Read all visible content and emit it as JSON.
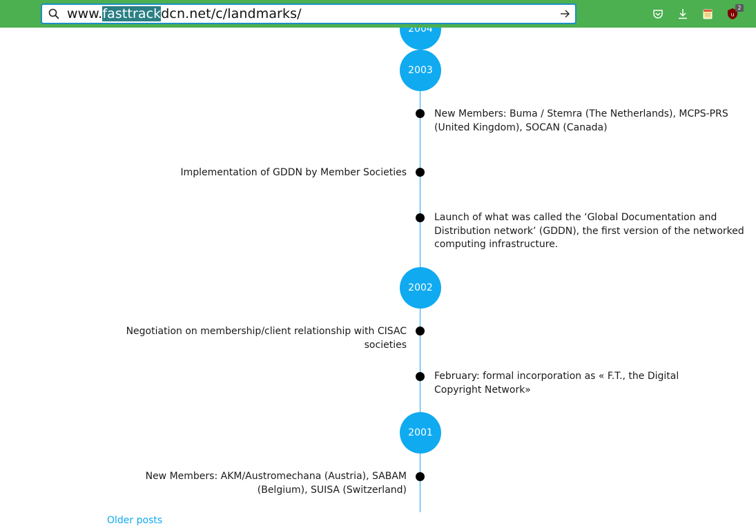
{
  "browser": {
    "url_prefix": "www.",
    "url_selected": "fasttrack",
    "url_suffix": "dcn.net/c/landmarks/",
    "extension_badge": "2",
    "icons": [
      "search-icon",
      "go-arrow-icon",
      "pocket-icon",
      "download-icon",
      "notes-icon",
      "ublock-icon"
    ],
    "toolbar_color": "#4caf50",
    "accent_color": "#1a8fc4"
  },
  "timeline": {
    "accent_color": "#10aaf0",
    "years": {
      "y2004": "2004",
      "y2003": "2003",
      "y2002": "2002",
      "y2001": "2001"
    },
    "entries": {
      "e1": "New Members: Buma / Stemra (The Netherlands), MCPS-PRS (United Kingdom), SOCAN (Canada)",
      "e2": "Implementation of GDDN by Member Societies",
      "e3": "Launch of what was called the ‘Global Documentation and Distribution network’ (GDDN), the first version of the networked computing infrastructure.",
      "e4": "Negotiation on membership/client relationship with CISAC societies",
      "e5": "February: formal incorporation as « F.T., the Digital Copyright Network»",
      "e6": "New Members: AKM/Austromechana (Austria), SABAM (Belgium), SUISA (Switzerland)"
    },
    "older_link": "Older posts"
  }
}
